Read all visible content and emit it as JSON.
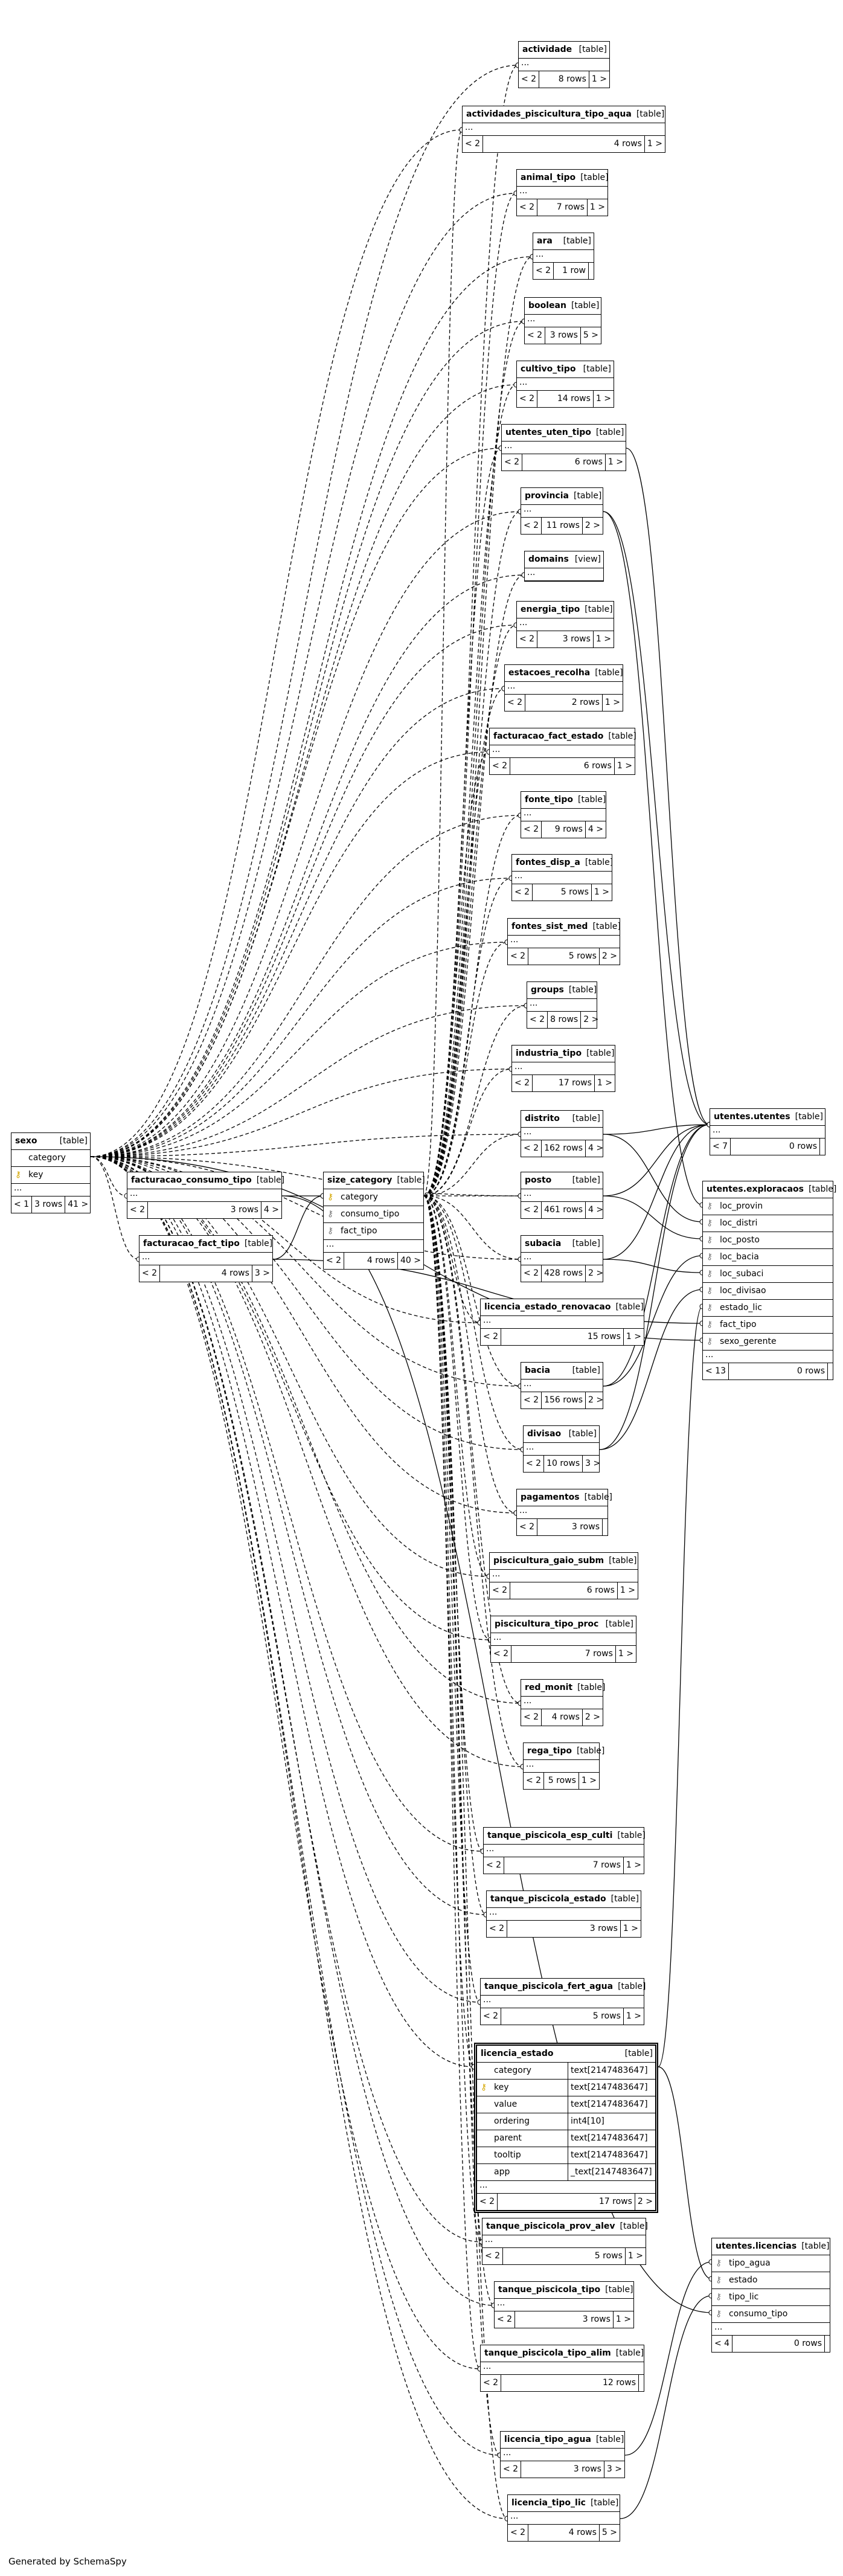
{
  "footer_text": "Generated by SchemaSpy",
  "selected_table": "licencia_estado",
  "tables": [
    {
      "id": "actividade",
      "name": "actividade",
      "kind": "[table]",
      "parents": "< 2",
      "rows": "8 rows",
      "children": "1 >"
    },
    {
      "id": "actividades_piscicultura_tipo_aqua",
      "name": "actividades_piscicultura_tipo_aqua",
      "kind": "[table]",
      "parents": "< 2",
      "rows": "4 rows",
      "children": "1 >"
    },
    {
      "id": "animal_tipo",
      "name": "animal_tipo",
      "kind": "[table]",
      "parents": "< 2",
      "rows": "7 rows",
      "children": "1 >"
    },
    {
      "id": "ara",
      "name": "ara",
      "kind": "[table]",
      "parents": "< 2",
      "rows": "1 row",
      "children": ""
    },
    {
      "id": "boolean",
      "name": "boolean",
      "kind": "[table]",
      "parents": "< 2",
      "rows": "3 rows",
      "children": "5 >"
    },
    {
      "id": "cultivo_tipo",
      "name": "cultivo_tipo",
      "kind": "[table]",
      "parents": "< 2",
      "rows": "14 rows",
      "children": "1 >"
    },
    {
      "id": "utentes_uten_tipo",
      "name": "utentes_uten_tipo",
      "kind": "[table]",
      "parents": "< 2",
      "rows": "6 rows",
      "children": "1 >"
    },
    {
      "id": "provincia",
      "name": "provincia",
      "kind": "[table]",
      "parents": "< 2",
      "rows": "11 rows",
      "children": "2 >"
    },
    {
      "id": "domains",
      "name": "domains",
      "kind": "[view]",
      "parents": "",
      "rows": "",
      "children": ""
    },
    {
      "id": "energia_tipo",
      "name": "energia_tipo",
      "kind": "[table]",
      "parents": "< 2",
      "rows": "3 rows",
      "children": "1 >"
    },
    {
      "id": "estacoes_recolha",
      "name": "estacoes_recolha",
      "kind": "[table]",
      "parents": "< 2",
      "rows": "2 rows",
      "children": "1 >"
    },
    {
      "id": "facturacao_fact_estado",
      "name": "facturacao_fact_estado",
      "kind": "[table]",
      "parents": "< 2",
      "rows": "6 rows",
      "children": "1 >"
    },
    {
      "id": "fonte_tipo",
      "name": "fonte_tipo",
      "kind": "[table]",
      "parents": "< 2",
      "rows": "9 rows",
      "children": "4 >"
    },
    {
      "id": "fontes_disp_a",
      "name": "fontes_disp_a",
      "kind": "[table]",
      "parents": "< 2",
      "rows": "5 rows",
      "children": "1 >"
    },
    {
      "id": "fontes_sist_med",
      "name": "fontes_sist_med",
      "kind": "[table]",
      "parents": "< 2",
      "rows": "5 rows",
      "children": "2 >"
    },
    {
      "id": "groups",
      "name": "groups",
      "kind": "[table]",
      "parents": "< 2",
      "rows": "8 rows",
      "children": "2 >"
    },
    {
      "id": "industria_tipo",
      "name": "industria_tipo",
      "kind": "[table]",
      "parents": "< 2",
      "rows": "17 rows",
      "children": "1 >"
    },
    {
      "id": "distrito",
      "name": "distrito",
      "kind": "[table]",
      "parents": "< 2",
      "rows": "162 rows",
      "children": "4 >"
    },
    {
      "id": "posto",
      "name": "posto",
      "kind": "[table]",
      "parents": "< 2",
      "rows": "461 rows",
      "children": "4 >"
    },
    {
      "id": "subacia",
      "name": "subacia",
      "kind": "[table]",
      "parents": "< 2",
      "rows": "428 rows",
      "children": "2 >"
    },
    {
      "id": "licencia_estado_renovacao",
      "name": "licencia_estado_renovacao",
      "kind": "[table]",
      "parents": "< 2",
      "rows": "15 rows",
      "children": "1 >"
    },
    {
      "id": "bacia",
      "name": "bacia",
      "kind": "[table]",
      "parents": "< 2",
      "rows": "156 rows",
      "children": "2 >"
    },
    {
      "id": "divisao",
      "name": "divisao",
      "kind": "[table]",
      "parents": "< 2",
      "rows": "10 rows",
      "children": "3 >"
    },
    {
      "id": "pagamentos",
      "name": "pagamentos",
      "kind": "[table]",
      "parents": "< 2",
      "rows": "3 rows",
      "children": ""
    },
    {
      "id": "piscicultura_gaio_subm",
      "name": "piscicultura_gaio_subm",
      "kind": "[table]",
      "parents": "< 2",
      "rows": "6 rows",
      "children": "1 >"
    },
    {
      "id": "piscicultura_tipo_proc",
      "name": "piscicultura_tipo_proc",
      "kind": "[table]",
      "parents": "< 2",
      "rows": "7 rows",
      "children": "1 >"
    },
    {
      "id": "red_monit",
      "name": "red_monit",
      "kind": "[table]",
      "parents": "< 2",
      "rows": "4 rows",
      "children": "2 >"
    },
    {
      "id": "rega_tipo",
      "name": "rega_tipo",
      "kind": "[table]",
      "parents": "< 2",
      "rows": "5 rows",
      "children": "1 >"
    },
    {
      "id": "tanque_piscicola_esp_culti",
      "name": "tanque_piscicola_esp_culti",
      "kind": "[table]",
      "parents": "< 2",
      "rows": "7 rows",
      "children": "1 >"
    },
    {
      "id": "tanque_piscicola_estado",
      "name": "tanque_piscicola_estado",
      "kind": "[table]",
      "parents": "< 2",
      "rows": "3 rows",
      "children": "1 >"
    },
    {
      "id": "tanque_piscicola_fert_agua",
      "name": "tanque_piscicola_fert_agua",
      "kind": "[table]",
      "parents": "< 2",
      "rows": "5 rows",
      "children": "1 >"
    },
    {
      "id": "tanque_piscicola_prov_alev",
      "name": "tanque_piscicola_prov_alev",
      "kind": "[table]",
      "parents": "< 2",
      "rows": "5 rows",
      "children": "1 >"
    },
    {
      "id": "tanque_piscicola_tipo",
      "name": "tanque_piscicola_tipo",
      "kind": "[table]",
      "parents": "< 2",
      "rows": "3 rows",
      "children": "1 >"
    },
    {
      "id": "tanque_piscicola_tipo_alim",
      "name": "tanque_piscicola_tipo_alim",
      "kind": "[table]",
      "parents": "< 2",
      "rows": "12 rows",
      "children": ""
    },
    {
      "id": "licencia_tipo_agua",
      "name": "licencia_tipo_agua",
      "kind": "[table]",
      "parents": "< 2",
      "rows": "3 rows",
      "children": "3 >"
    },
    {
      "id": "licencia_tipo_lic",
      "name": "licencia_tipo_lic",
      "kind": "[table]",
      "parents": "< 2",
      "rows": "4 rows",
      "children": "5 >"
    },
    {
      "id": "utentes_utentes",
      "name": "utentes.utentes",
      "kind": "[table]",
      "parents": "< 7",
      "rows": "0 rows",
      "children": ""
    },
    {
      "id": "utentes_exploracaos",
      "name": "utentes.exploracaos",
      "kind": "[table]",
      "parents": "< 13",
      "rows": "0 rows",
      "children": "",
      "columns": [
        {
          "name": "loc_provin",
          "key": "fk"
        },
        {
          "name": "loc_distri",
          "key": "fk"
        },
        {
          "name": "loc_posto",
          "key": "fk"
        },
        {
          "name": "loc_bacia",
          "key": "fk"
        },
        {
          "name": "loc_subaci",
          "key": "fk"
        },
        {
          "name": "loc_divisao",
          "key": "fk"
        },
        {
          "name": "estado_lic",
          "key": "fk"
        },
        {
          "name": "fact_tipo",
          "key": "fk"
        },
        {
          "name": "sexo_gerente",
          "key": "fk"
        }
      ]
    },
    {
      "id": "utentes_licencias",
      "name": "utentes.licencias",
      "kind": "[table]",
      "parents": "< 4",
      "rows": "0 rows",
      "children": "",
      "columns": [
        {
          "name": "tipo_agua",
          "key": "fk"
        },
        {
          "name": "estado",
          "key": "fk"
        },
        {
          "name": "tipo_lic",
          "key": "fk"
        },
        {
          "name": "consumo_tipo",
          "key": "fk"
        }
      ]
    },
    {
      "id": "sexo",
      "name": "sexo",
      "kind": "[table]",
      "parents": "< 1",
      "rows": "3 rows",
      "children": "41 >",
      "columns": [
        {
          "name": "category",
          "key": ""
        },
        {
          "name": "key",
          "key": "pk"
        }
      ]
    },
    {
      "id": "facturacao_consumo_tipo",
      "name": "facturacao_consumo_tipo",
      "kind": "[table]",
      "parents": "< 2",
      "rows": "3 rows",
      "children": "4 >"
    },
    {
      "id": "facturacao_fact_tipo",
      "name": "facturacao_fact_tipo",
      "kind": "[table]",
      "parents": "< 2",
      "rows": "4 rows",
      "children": "3 >"
    },
    {
      "id": "size_category",
      "name": "size_category",
      "kind": "[table]",
      "parents": "< 2",
      "rows": "4 rows",
      "children": "40 >",
      "columns": [
        {
          "name": "category",
          "key": "pk"
        },
        {
          "name": "consumo_tipo",
          "key": "fk"
        },
        {
          "name": "fact_tipo",
          "key": "fk"
        }
      ]
    },
    {
      "id": "licencia_estado",
      "name": "licencia_estado",
      "kind": "[table]",
      "parents": "< 2",
      "rows": "17 rows",
      "children": "2 >",
      "columns": [
        {
          "name": "category",
          "key": "",
          "type": "text[2147483647]"
        },
        {
          "name": "key",
          "key": "pk",
          "type": "text[2147483647]"
        },
        {
          "name": "value",
          "key": "",
          "type": "text[2147483647]"
        },
        {
          "name": "ordering",
          "key": "",
          "type": "int4[10]"
        },
        {
          "name": "parent",
          "key": "",
          "type": "text[2147483647]"
        },
        {
          "name": "tooltip",
          "key": "",
          "type": "text[2147483647]"
        },
        {
          "name": "app",
          "key": "",
          "type": "_text[2147483647]"
        }
      ]
    }
  ]
}
